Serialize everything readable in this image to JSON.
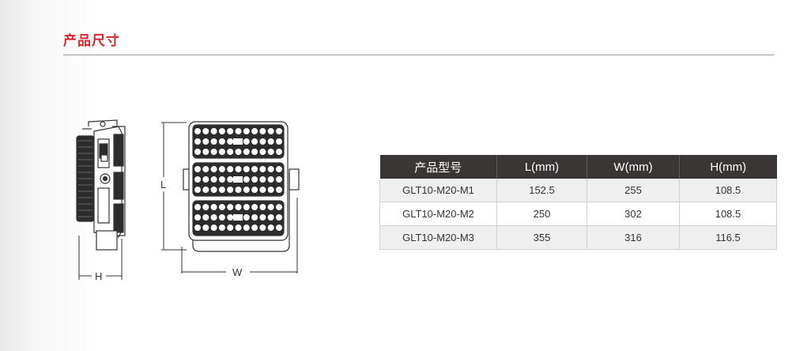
{
  "section": {
    "title": "产品尺寸"
  },
  "drawing": {
    "label_l": "L",
    "label_h": "H",
    "label_w": "W"
  },
  "table": {
    "headers": [
      "产品型号",
      "L(mm)",
      "W(mm)",
      "H(mm)"
    ],
    "rows": [
      [
        "GLT10-M20-M1",
        "152.5",
        "255",
        "108.5"
      ],
      [
        "GLT10-M20-M2",
        "250",
        "302",
        "108.5"
      ],
      [
        "GLT10-M20-M3",
        "355",
        "316",
        "116.5"
      ]
    ]
  },
  "colors": {
    "accent": "#d8262b",
    "header_bg": "#3a3636",
    "row_alt": "#efefef"
  }
}
